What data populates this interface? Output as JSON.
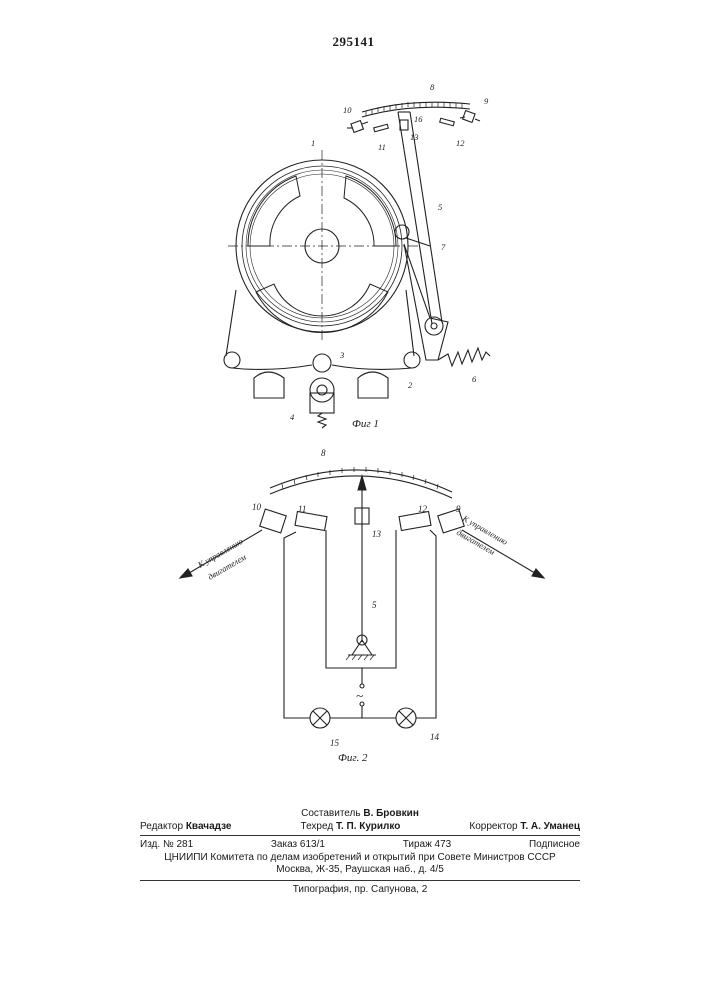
{
  "header": {
    "patent_number": "295141"
  },
  "figure1": {
    "caption": "Фиг 1",
    "labels": {
      "l1": "1",
      "l2": "2",
      "l3": "3",
      "l4": "4",
      "l5": "5",
      "l6": "6",
      "l7": "7",
      "l8": "8",
      "l9": "9",
      "l10": "10",
      "l11": "11",
      "l12": "12",
      "l13": "13",
      "l16": "16"
    }
  },
  "figure2": {
    "caption": "Фиг. 2",
    "labels": {
      "l5": "5",
      "l8": "8",
      "l9": "9",
      "l10": "10",
      "l11": "11",
      "l12": "12",
      "l13": "13",
      "l14": "14",
      "l15": "15"
    },
    "left_arrow_line1": "К управлению",
    "left_arrow_line2": "двигателем",
    "right_arrow_line1": "К управлению",
    "right_arrow_line2": "двигателем",
    "ac_symbol": "~"
  },
  "colophon": {
    "compiler_label": "Составитель",
    "compiler_name": "В. Бровкин",
    "editor_label": "Редактор",
    "editor_name": "Квачадзе",
    "techred_label": "Техред",
    "techred_name": "Т. П. Курилко",
    "corrector_label": "Корректор",
    "corrector_name": "Т. А. Уманец",
    "izd": "Изд. № 281",
    "order": "Заказ 613/1",
    "circulation": "Тираж 473",
    "subscription": "Подписное",
    "org_line": "ЦНИИПИ Комитета по делам изобретений и открытий при Совете Министров СССР",
    "address_line": "Москва, Ж-35, Раушская наб., д. 4/5",
    "printing_line": "Типография, пр. Сапунова, 2"
  }
}
